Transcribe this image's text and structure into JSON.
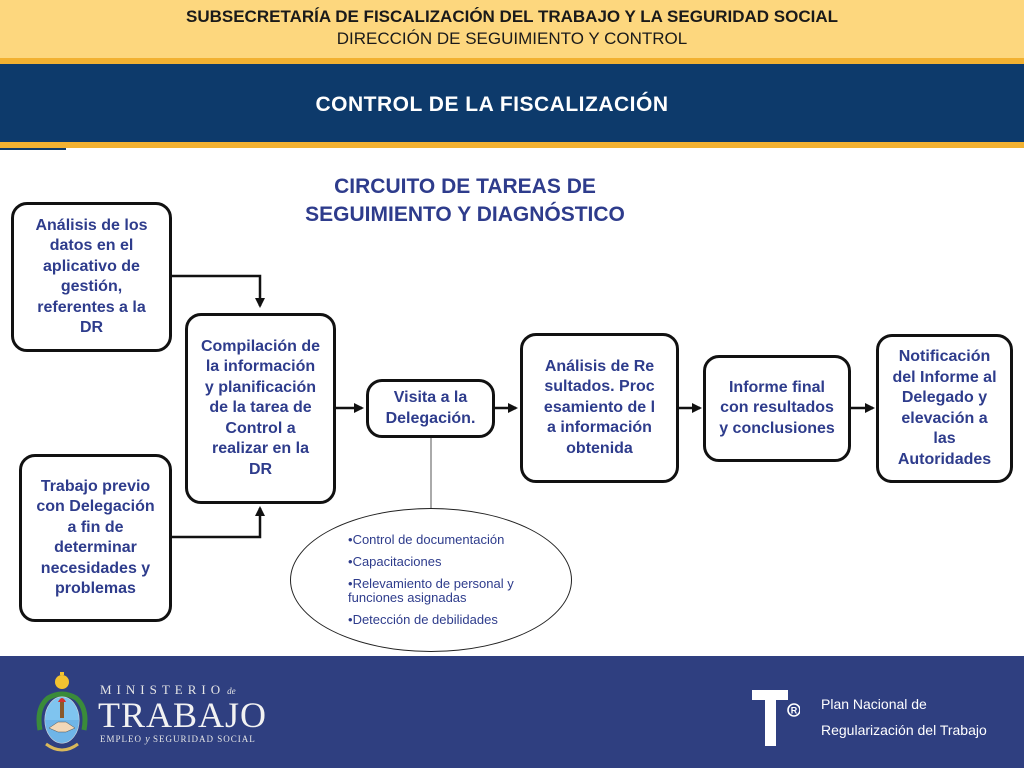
{
  "header": {
    "line1": "SUBSECRETARÍA DE FISCALIZACIÓN DEL TRABAJO Y LA SEGURIDAD SOCIAL",
    "line2": "DIRECCIÓN DE SEGUIMIENTO Y CONTROL",
    "title": "CONTROL DE LA FISCALIZACIÓN"
  },
  "diagram": {
    "title_line1": "CIRCUITO DE TAREAS DE",
    "title_line2": "SEGUIMIENTO Y DIAGNÓSTICO",
    "nodes": {
      "analisis_datos": "Análisis de los datos en el aplicativo de gestión, referentes a la DR",
      "trabajo_previo": "Trabajo previo con Delegación a fin de determinar necesidades y problemas",
      "compilacion": "Compilación de la información y planificación de la tarea de Control a realizar en la DR",
      "visita": "Visita a la Delegación.",
      "analisis_resultados": "Análisis de Resultados. Procesamiento de la información obtenida",
      "informe_final": "Informe final con resultados y conclusiones",
      "notificacion": "Notificación del Informe al Delegado y elevación a las Autoridades"
    },
    "visit_details": [
      "Control de documentación",
      "Capacitaciones",
      "Relevamiento de personal y funciones asignadas",
      "Detección de debilidades"
    ]
  },
  "footer": {
    "ministerio": "MINISTERIO",
    "de": "de",
    "trabajo": "TRABAJO",
    "empleo": "EMPLEO",
    "y": "y",
    "seguridad": "SEGURIDAD SOCIAL",
    "plan_line1": "Plan Nacional de",
    "plan_line2": "Regularización del Trabajo"
  },
  "colors": {
    "header_band": "#fdd77e",
    "gold_stripe": "#f2b131",
    "navy_band": "#0d3a6b",
    "diagram_text": "#2e3c8c",
    "footer": "#2f3f80"
  },
  "icons": [
    "argentina-coat-of-arms-icon",
    "t-registered-logo-icon"
  ]
}
